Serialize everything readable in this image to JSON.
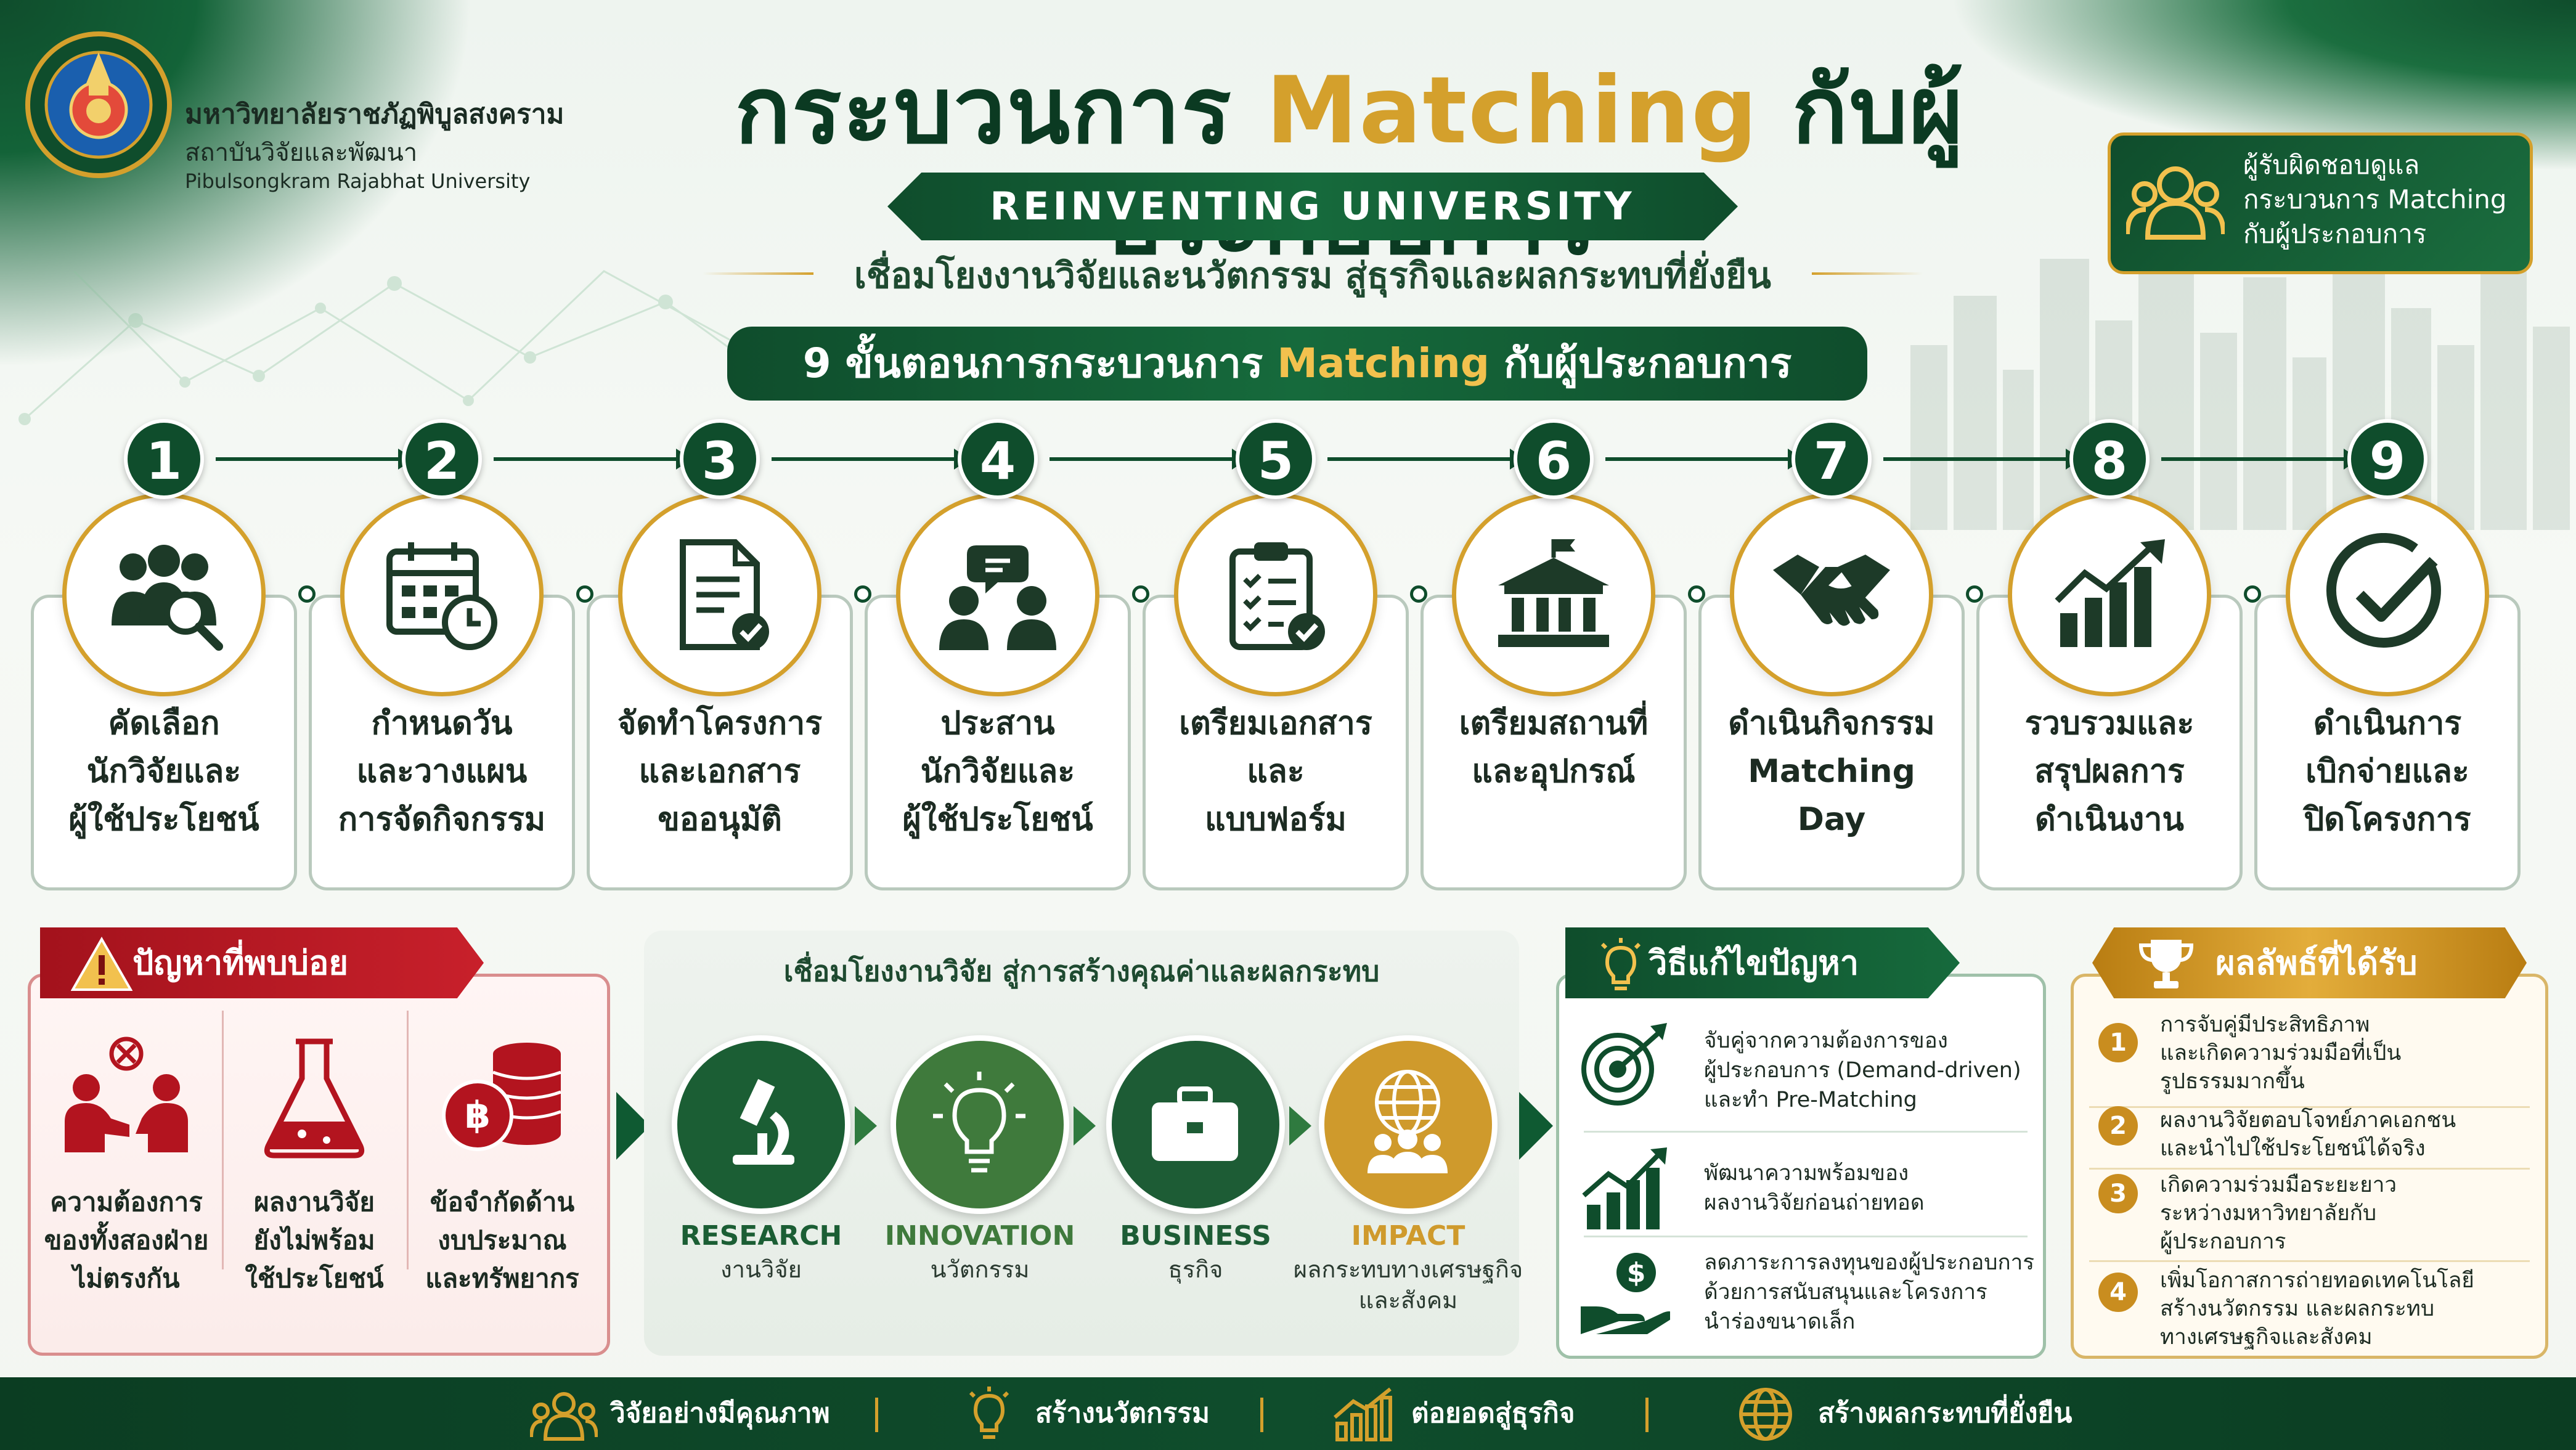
{
  "header": {
    "university_th": "มหาวิทยาลัยราชภัฏพิบูลสงคราม",
    "institute_th": "สถาบันวิจัยและพัฒนา",
    "university_en": "Pibulsongkram Rajabhat University",
    "title_part1": "กระบวนการ",
    "title_part2": "Matching",
    "title_part3": "กับผู้ประกอบการ",
    "banner": "REINVENTING UNIVERSITY",
    "subtitle": "เชื่อมโยงงานวิจัยและนวัตกรรม สู่ธุรกิจและผลกระทบที่ยั่งยืน",
    "responsible": "ผู้รับผิดชอบดูแล กระบวนการ Matching กับผู้ประกอบการ"
  },
  "steps_title": {
    "part1": "9 ขั้นตอนการกระบวนการ",
    "part2": "Matching",
    "part3": "กับผู้ประกอบการ"
  },
  "steps": [
    {
      "num": "1",
      "icon": "team-search-icon",
      "lines": [
        "คัดเลือก",
        "นักวิจัยและ",
        "ผู้ใช้ประโยชน์"
      ]
    },
    {
      "num": "2",
      "icon": "calendar-clock-icon",
      "lines": [
        "กำหนดวัน",
        "และวางแผน",
        "การจัดกิจกรรม"
      ]
    },
    {
      "num": "3",
      "icon": "document-check-icon",
      "lines": [
        "จัดทำโครงการ",
        "และเอกสาร",
        "ขออนุมัติ"
      ]
    },
    {
      "num": "4",
      "icon": "people-chat-icon",
      "lines": [
        "ประสาน",
        "นักวิจัยและ",
        "ผู้ใช้ประโยชน์"
      ]
    },
    {
      "num": "5",
      "icon": "clipboard-check-icon",
      "lines": [
        "เตรียมเอกสาร",
        "และ",
        "แบบฟอร์ม"
      ]
    },
    {
      "num": "6",
      "icon": "building-icon",
      "lines": [
        "เตรียมสถานที่",
        "และอุปกรณ์",
        ""
      ]
    },
    {
      "num": "7",
      "icon": "handshake-icon",
      "lines": [
        "ดำเนินกิจกรรม",
        "Matching",
        "Day"
      ]
    },
    {
      "num": "8",
      "icon": "bar-chart-up-icon",
      "lines": [
        "รวบรวมและ",
        "สรุปผลการ",
        "ดำเนินงาน"
      ]
    },
    {
      "num": "9",
      "icon": "check-circle-icon",
      "lines": [
        "ดำเนินการ",
        "เบิกจ่ายและ",
        "ปิดโครงการ"
      ]
    }
  ],
  "problems": {
    "title": "ปัญหาที่พบบ่อย",
    "items": [
      {
        "icon": "mismatch-people-icon",
        "lines": [
          "ความต้องการ",
          "ของทั้งสองฝ่าย",
          "ไม่ตรงกัน"
        ]
      },
      {
        "icon": "flask-icon",
        "lines": [
          "ผลงานวิจัย",
          "ยังไม่พร้อม",
          "ใช้ประโยชน์"
        ]
      },
      {
        "icon": "coins-icon",
        "lines": [
          "ข้อจำกัดด้าน",
          "งบประมาณ",
          "และทรัพยากร"
        ]
      }
    ]
  },
  "chain": {
    "title": "เชื่อมโยงงานวิจัย สู่การสร้างคุณค่าและผลกระทบ",
    "items": [
      {
        "en": "RESEARCH",
        "th": [
          "งานวิจัย"
        ],
        "icon": "microscope-icon",
        "color": "#1b5e34"
      },
      {
        "en": "INNOVATION",
        "th": [
          "นวัตกรรม"
        ],
        "icon": "lightbulb-icon",
        "color": "#3f7a3c"
      },
      {
        "en": "BUSINESS",
        "th": [
          "ธุรกิจ"
        ],
        "icon": "briefcase-icon",
        "color": "#1d5c35"
      },
      {
        "en": "IMPACT",
        "th": [
          "ผลกระทบทางเศรษฐกิจ",
          "และสังคม"
        ],
        "icon": "globe-people-icon",
        "color": "#cf9a2c"
      }
    ]
  },
  "solutions": {
    "title": "วิธีแก้ไขปัญหา",
    "items": [
      {
        "icon": "target-icon",
        "lines": [
          "จับคู่จากความต้องการของ",
          "ผู้ประกอบการ (Demand-driven)",
          "และทำ Pre-Matching"
        ]
      },
      {
        "icon": "growth-chart-icon",
        "lines": [
          "พัฒนาความพร้อมของ",
          "ผลงานวิจัยก่อนถ่ายทอด"
        ]
      },
      {
        "icon": "money-hand-icon",
        "lines": [
          "ลดภาระการลงทุนของผู้ประกอบการ",
          "ด้วยการสนับสนุนและโครงการ",
          "นำร่องขนาดเล็ก"
        ]
      }
    ]
  },
  "results": {
    "title": "ผลลัพธ์ที่ได้รับ",
    "items": [
      {
        "num": "1",
        "lines": [
          "การจับคู่มีประสิทธิภาพ",
          "และเกิดความร่วมมือที่เป็น",
          "รูปธรรมมากขึ้น"
        ]
      },
      {
        "num": "2",
        "lines": [
          "ผลงานวิจัยตอบโจทย์ภาคเอกชน",
          "และนำไปใช้ประโยชน์ได้จริง"
        ]
      },
      {
        "num": "3",
        "lines": [
          "เกิดความร่วมมือระยะยาว",
          "ระหว่างมหาวิทยาลัยกับ",
          "ผู้ประกอบการ"
        ]
      },
      {
        "num": "4",
        "lines": [
          "เพิ่มโอกาสการถ่ายทอดเทคโนโลยี",
          "สร้างนวัตกรรม และผลกระทบ",
          "ทางเศรษฐกิจและสังคม"
        ]
      }
    ]
  },
  "footer": [
    {
      "icon": "team-icon",
      "label": "วิจัยอย่างมีคุณภาพ"
    },
    {
      "icon": "lightbulb-icon",
      "label": "สร้างนวัตกรรม"
    },
    {
      "icon": "growth-chart-icon",
      "label": "ต่อยอดสู่ธุรกิจ"
    },
    {
      "icon": "globe-icon",
      "label": "สร้างผลกระทบที่ยั่งยืน"
    }
  ],
  "colors": {
    "primary": "#0f4d2c",
    "gold": "#d4a02c",
    "alert": "#b3141f"
  }
}
